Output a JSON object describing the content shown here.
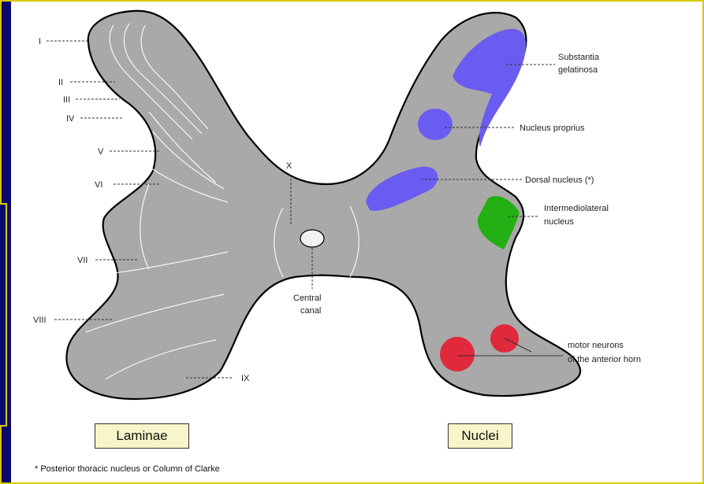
{
  "laminae": [
    "I",
    "II",
    "III",
    "IV",
    "V",
    "VI",
    "VII",
    "VIII",
    "IX",
    "X"
  ],
  "nuclei": {
    "substantia": "Substantia",
    "gelatinosa": "gelatinosa",
    "proprius": "Nucleus proprius",
    "dorsal": "Dorsal nucleus (*)",
    "intermedio": "Intermediolateral",
    "intermedio2": "nucleus",
    "motor": "motor neurons",
    "motor2": "of the anterior horn"
  },
  "central": {
    "line1": "Central",
    "line2": "canal"
  },
  "legend": {
    "laminae": "Laminae",
    "nuclei": "Nuclei"
  },
  "footnote": "* Posterior thoracic nucleus or Column of Clarke",
  "colors": {
    "gray_matter": "#a9a9a9",
    "nuclei_blue": "#6a5cf0",
    "intermedio_green": "#22b014",
    "motor_red": "#e02a3c",
    "background": "#0a0a6e",
    "frame": "#d8c800"
  }
}
